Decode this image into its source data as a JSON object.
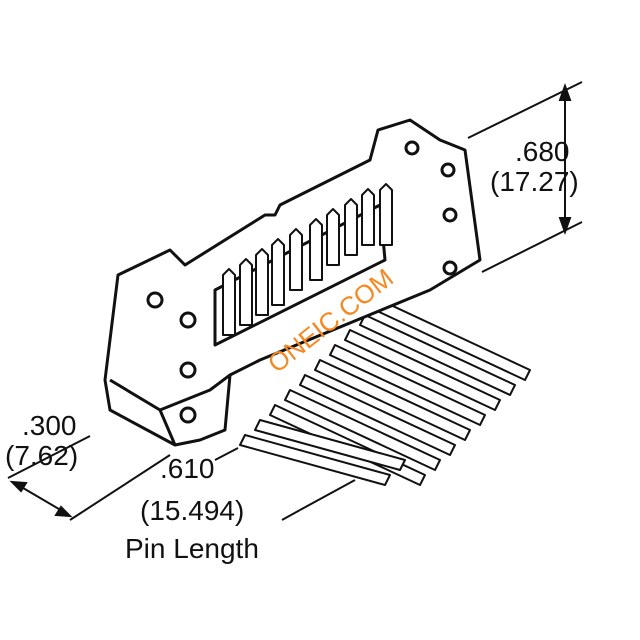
{
  "dimensions": {
    "height": {
      "inch": ".680",
      "mm": "(17.27)"
    },
    "pitch_row": {
      "inch": ".300",
      "mm": "(7.62)"
    },
    "pin_length": {
      "inch": ".610",
      "mm": "(15.494)",
      "label": "Pin Length"
    }
  },
  "watermark": {
    "text": "ONEIC.COM",
    "color": "#f5891f"
  }
}
